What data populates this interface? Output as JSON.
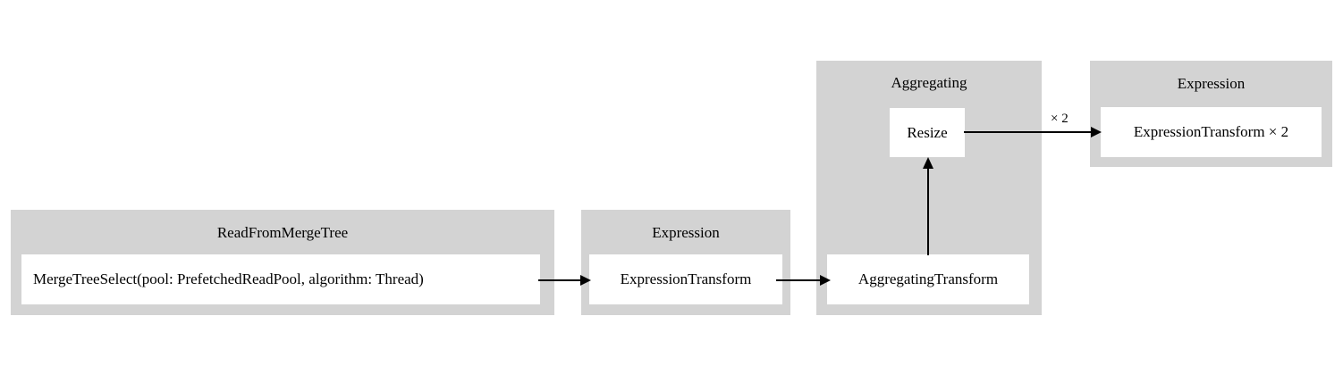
{
  "diagram": {
    "type": "query-pipeline-graph",
    "background": "#ffffff",
    "cluster_fill": "#d3d3d3",
    "node_fill": "#ffffff",
    "edge_color": "#000000",
    "clusters": [
      {
        "id": "read-from-merge-tree",
        "label": "ReadFromMergeTree",
        "nodes": [
          {
            "id": "merge-tree-select",
            "label": "MergeTreeSelect(pool: PrefetchedReadPool, algorithm: Thread)"
          }
        ]
      },
      {
        "id": "expression-1",
        "label": "Expression",
        "nodes": [
          {
            "id": "expression-transform-1",
            "label": "ExpressionTransform"
          }
        ]
      },
      {
        "id": "aggregating",
        "label": "Aggregating",
        "nodes": [
          {
            "id": "resize",
            "label": "Resize"
          },
          {
            "id": "aggregating-transform",
            "label": "AggregatingTransform"
          }
        ]
      },
      {
        "id": "expression-2",
        "label": "Expression",
        "nodes": [
          {
            "id": "expression-transform-2",
            "label": "ExpressionTransform × 2"
          }
        ]
      }
    ],
    "edges": [
      {
        "id": "edge-select-to-expr1",
        "from": "merge-tree-select",
        "to": "expression-transform-1",
        "label": ""
      },
      {
        "id": "edge-expr1-to-agg",
        "from": "expression-transform-1",
        "to": "aggregating-transform",
        "label": ""
      },
      {
        "id": "edge-agg-to-resize",
        "from": "aggregating-transform",
        "to": "resize",
        "label": ""
      },
      {
        "id": "edge-resize-to-expr2",
        "from": "resize",
        "to": "expression-transform-2",
        "label": "× 2"
      }
    ]
  }
}
